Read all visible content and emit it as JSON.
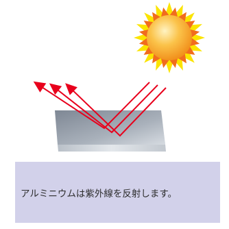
{
  "illustration": {
    "colors": {
      "ray": "#e8001c",
      "sun_core": "#f7a21b",
      "sun_rays_outer": "#fbe400",
      "sun_rays_inner": "#f16c1e",
      "plate_top": "#8f97a3",
      "plate_front": "#c7ced6",
      "caption_background": "#d2d1ea"
    },
    "icons": [
      "sun-icon",
      "aluminum-plate",
      "reflected-ultraviolet-rays"
    ]
  },
  "caption": {
    "text": "アルミニウムは紫外線を反射します。"
  }
}
